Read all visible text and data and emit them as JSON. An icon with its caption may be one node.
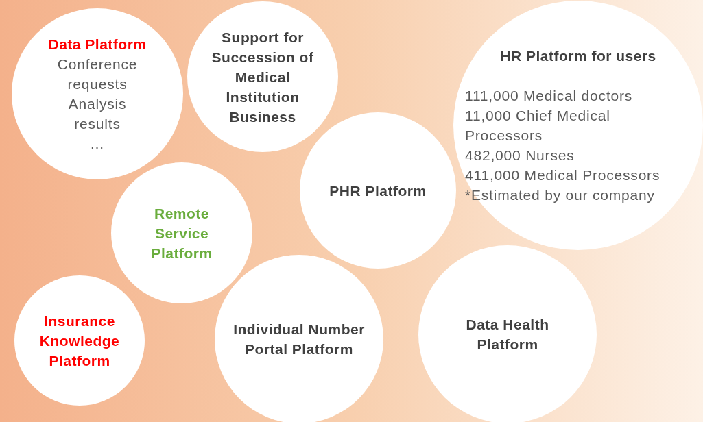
{
  "diagram": {
    "nodes": [
      {
        "text": [
          "Data Platform",
          "Conference requests",
          "Analysis results",
          "…"
        ]
      },
      {
        "text": [
          "Support for Succession of Medical Institution Business"
        ]
      },
      {
        "text": [
          "HR Platform for users",
          "111,000 Medical doctors",
          "11,000 Chief Medical Processors",
          "482,000 Nurses",
          "411,000 Medical Processors",
          "*Estimated by our company"
        ]
      },
      {
        "text": [
          "PHR Platform"
        ]
      },
      {
        "text": [
          "Remote Service Platform"
        ]
      },
      {
        "text": [
          "Insurance Knowledge Platform"
        ]
      },
      {
        "text": [
          "Individual Number Portal Platform"
        ]
      },
      {
        "text": [
          "Data Health Platform"
        ]
      }
    ]
  }
}
